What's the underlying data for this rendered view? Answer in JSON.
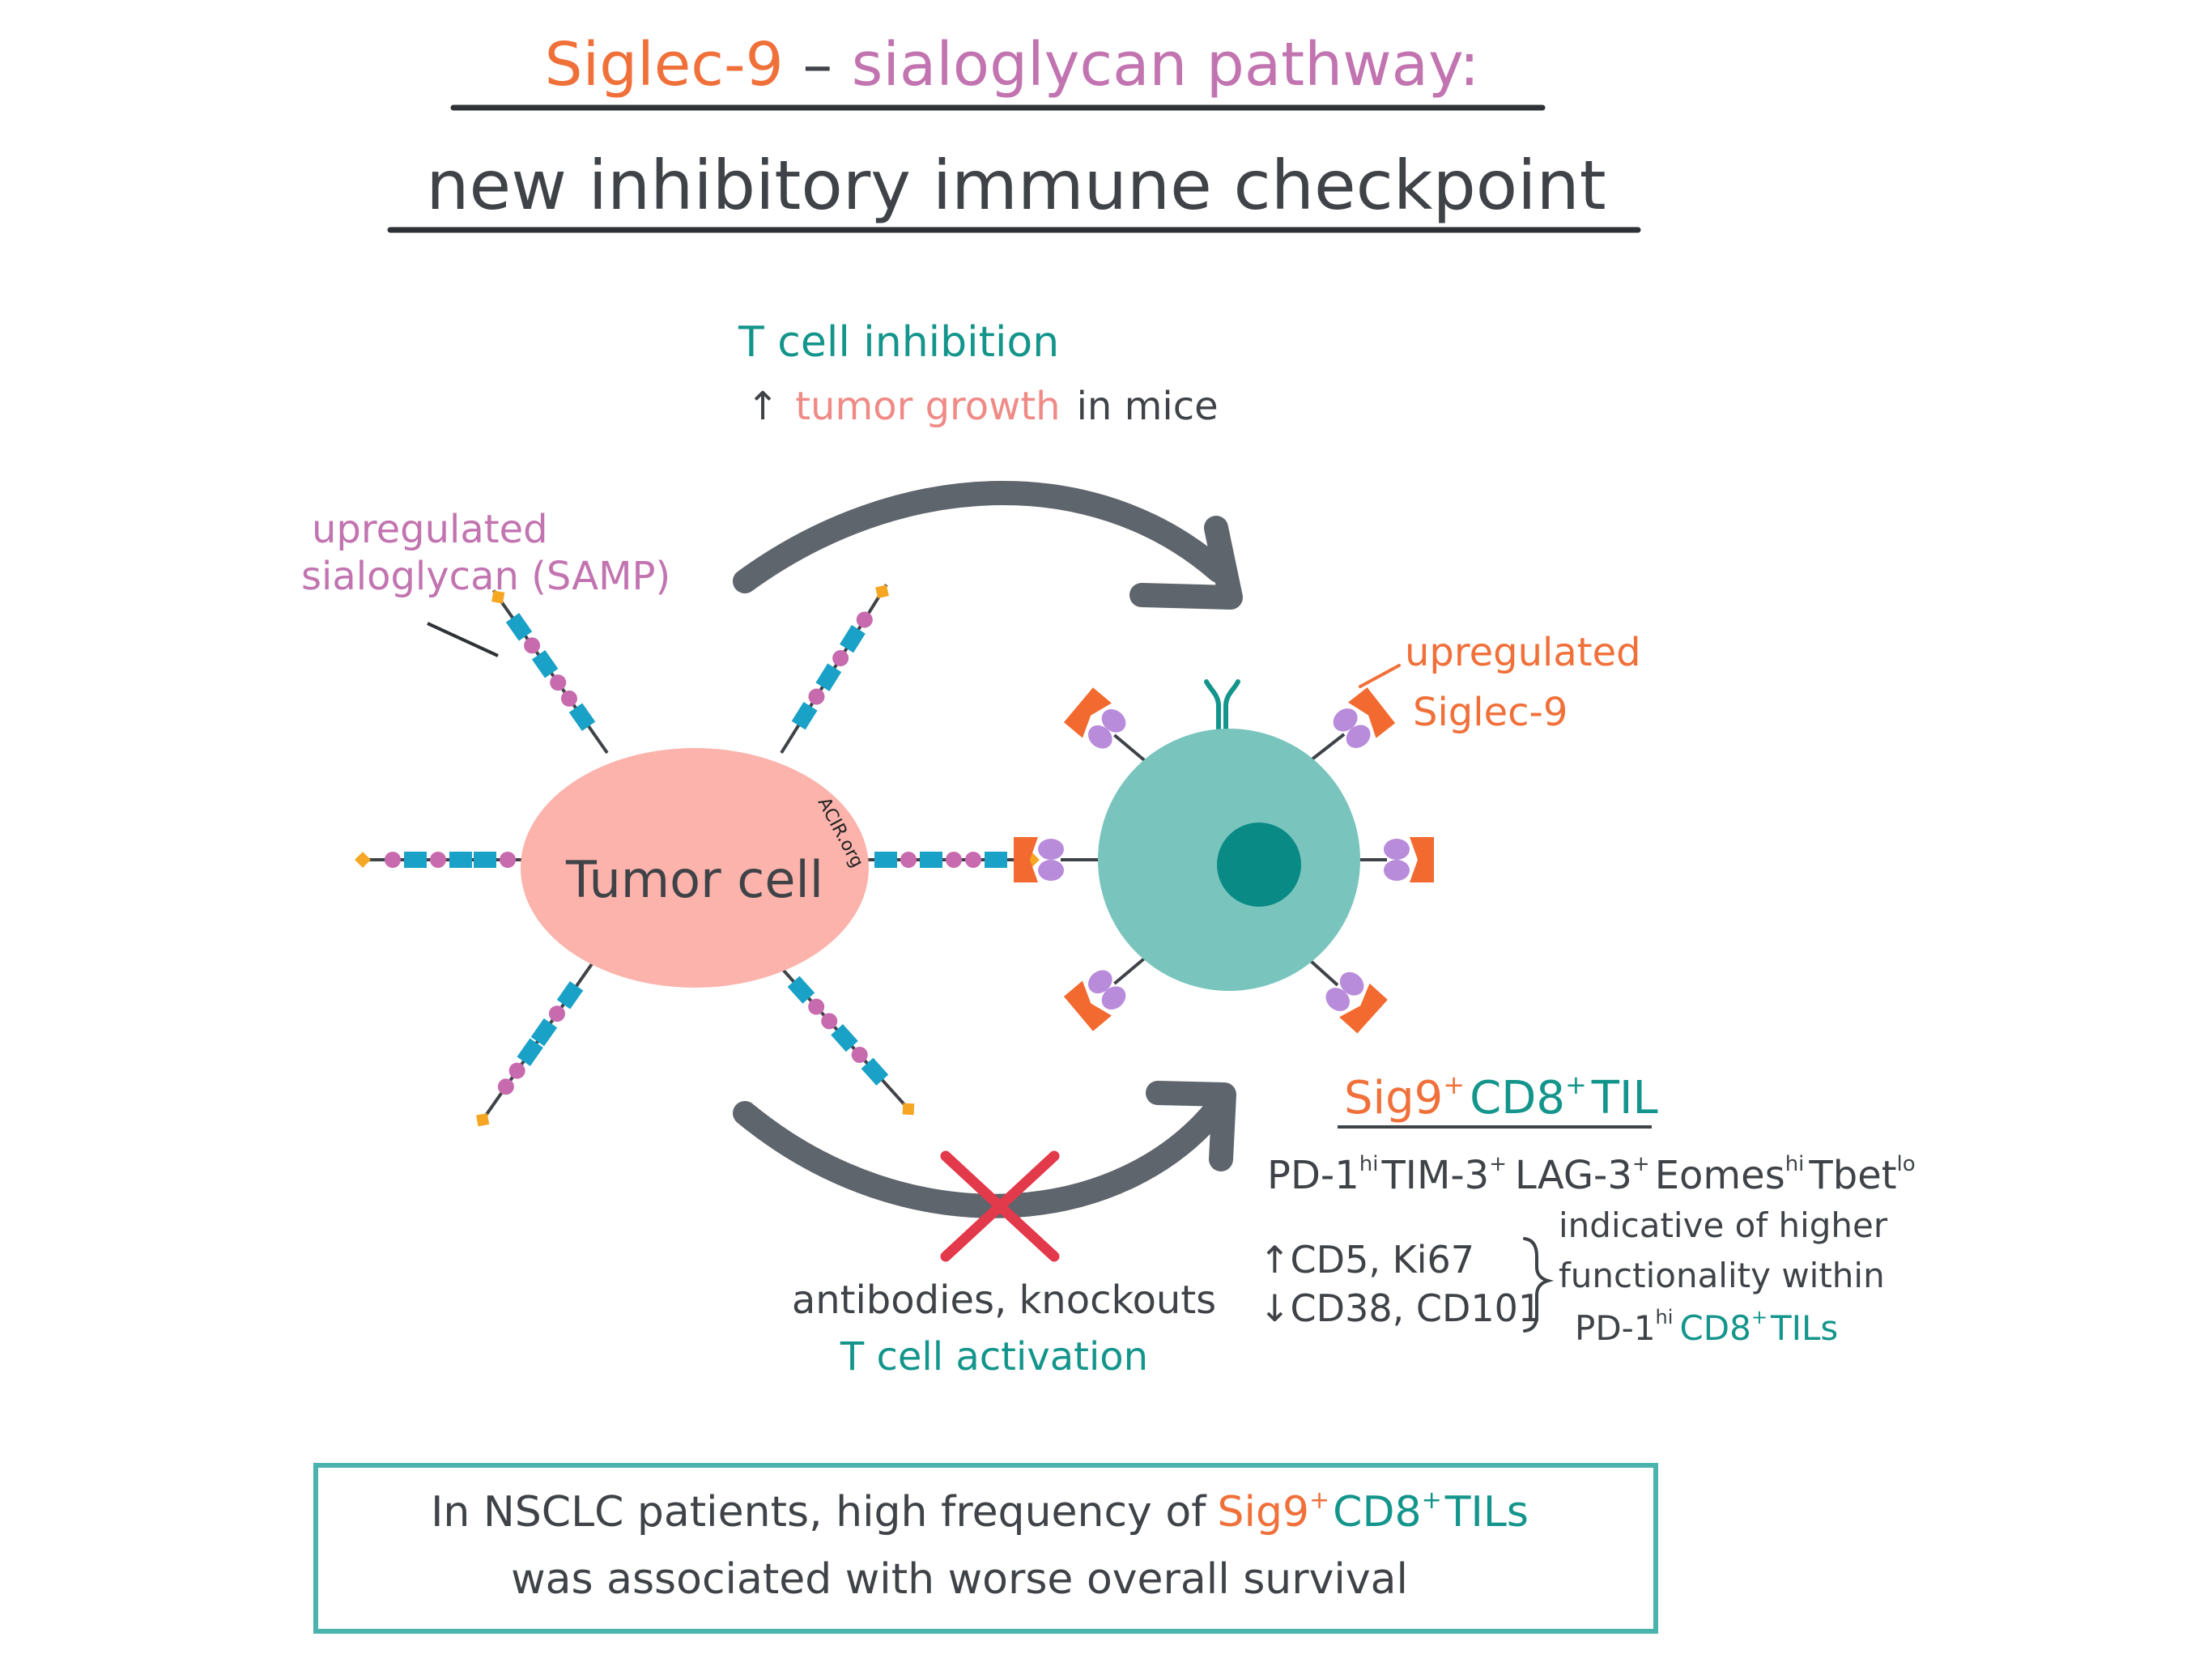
{
  "title": {
    "line1_part1": "Siglec-9",
    "line1_dash": " – ",
    "line1_part2": "sialoglycan pathway:",
    "line2": "new inhibitory immune checkpoint"
  },
  "effects": {
    "line1": "T cell inhibition",
    "arrow": "↑",
    "tumor_growth": "tumor growth",
    "in_mice": "in mice"
  },
  "labels": {
    "sialoglycan_line1": "upregulated",
    "sialoglycan_line2": "sialoglycan (SAMP)",
    "siglec_line1": "upregulated",
    "siglec_line2": "Siglec-9",
    "tumor_cell": "Tumor cell",
    "watermark": "ACIR.org"
  },
  "blockade": {
    "line1": "antibodies, knockouts",
    "line2": "T cell activation"
  },
  "til": {
    "heading_sig": "Sig9",
    "heading_sig_sup": "+",
    "heading_cd8": "CD8",
    "heading_cd8_sup": "+",
    "heading_til": "TIL",
    "phenotype": {
      "pd1": "PD-1",
      "pd1_sup": "hi",
      "tim3": "TIM-3",
      "tim3_sup": "+",
      "lag3": "LAG-3",
      "lag3_sup": "+",
      "eomes": "Eomes",
      "eomes_sup": "hi",
      "tbet": "Tbet",
      "tbet_sup": "lo"
    },
    "up_markers": "↑CD5, Ki67",
    "down_markers": "↓CD38, CD101",
    "indicative_line1": "indicative of higher",
    "indicative_line2": "functionality within",
    "indicative_pd1": "PD-1",
    "indicative_pd1_sup": "hi",
    "indicative_cd8": "CD8",
    "indicative_cd8_sup": "+",
    "indicative_tils": "TILs"
  },
  "summary": {
    "line1_part1": "In NSCLC patients, high frequency of",
    "line1_sig": "Sig9",
    "line1_sig_sup": "+",
    "line1_cd8": "CD8",
    "line1_cd8_sup": "+",
    "line1_tils": "TILs",
    "line2": "was associated with worse overall survival"
  },
  "colors": {
    "orange": "#f0703a",
    "purple": "#c274b0",
    "teal": "#14958c",
    "pink": "#f08a86",
    "dark": "#3f4348",
    "tumor_fill": "#fbb3ab",
    "tcell_fill": "#79c5be",
    "nucleus": "#0a8a84",
    "chain_blue": "#1aa1c7",
    "bead_pink": "#c86aae",
    "arrow_gray": "#5f656c",
    "cross_red": "#e2394b",
    "receptor_orange": "#f26a2f",
    "receptor_lilac": "#b98bdb",
    "box_border": "#4ab3ab"
  }
}
